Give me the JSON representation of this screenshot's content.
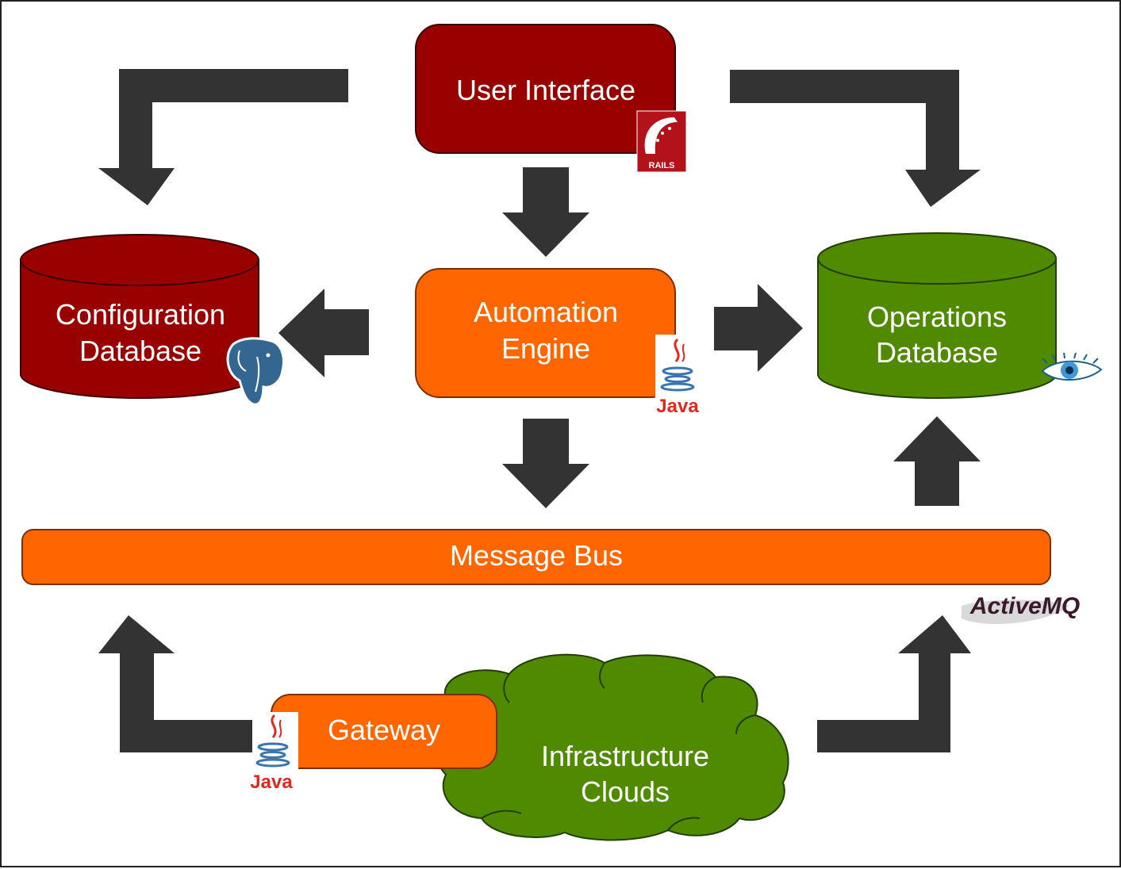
{
  "nodes": {
    "user_interface": {
      "line1": "User Interface"
    },
    "configuration_database": {
      "line1": "Configuration",
      "line2": "Database"
    },
    "automation_engine": {
      "line1": "Automation",
      "line2": "Engine"
    },
    "operations_database": {
      "line1": "Operations",
      "line2": "Database"
    },
    "message_bus": {
      "line1": "Message Bus"
    },
    "gateway": {
      "line1": "Gateway"
    },
    "infrastructure_clouds": {
      "line1": "Infrastructure",
      "line2": "Clouds"
    }
  },
  "logos": {
    "rails": "RAILS",
    "java_engine": "Java",
    "java_gateway": "Java",
    "activemq": "ActiveMQ",
    "postgres": "postgresql-elephant-icon",
    "cassandra": "cassandra-eye-icon"
  },
  "colors": {
    "dark_red": "#990000",
    "orange": "#FF6600",
    "green": "#4F8A00",
    "arrow": "#333333"
  }
}
